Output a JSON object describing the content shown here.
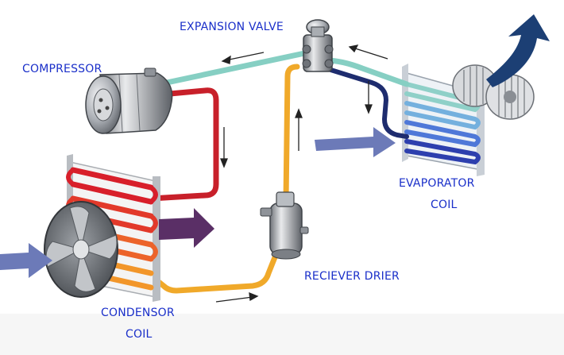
{
  "labels": {
    "expansion_valve": "EXPANSION VALVE",
    "compressor": "COMPRESSOR",
    "evaporator_line1": "EVAPORATOR",
    "evaporator_line2": "COIL",
    "receiver_drier": "RECIEVER DRIER",
    "condensor_line1": "CONDENSOR",
    "condensor_line2": "COIL"
  },
  "colors": {
    "label_text": "#1a2fc9",
    "low_pressure_vapor": "#86cfc3",
    "high_pressure_vapor": "#c8202a",
    "high_pressure_liquid": "#f0a92a",
    "low_pressure_liquid": "#1e2c6e",
    "evaporator_fin": "#7fb2e8",
    "airflow_in": "#6c7ab8",
    "airflow_out": "#1c3f74",
    "airflow_hot": "#5a2f66",
    "metal": "#8f9399"
  },
  "icons": [
    "compressor-icon",
    "expansion-valve-icon",
    "receiver-drier-icon",
    "condenser-fan-icon",
    "evaporator-blower-icon",
    "flow-arrow-icon",
    "airflow-arrow-icon"
  ]
}
